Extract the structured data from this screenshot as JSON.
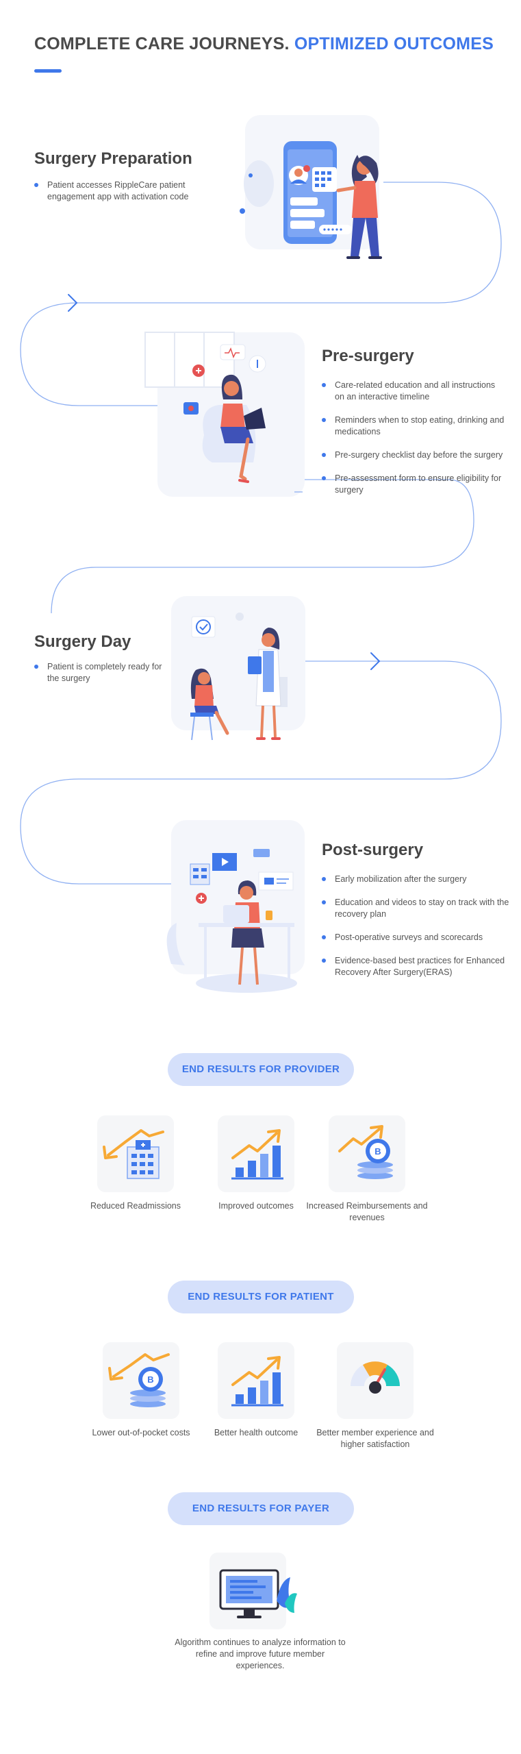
{
  "header": {
    "title_part1": "COMPLETE CARE JOURNEYS.",
    "title_part2": "OPTIMIZED OUTCOMES"
  },
  "colors": {
    "accent": "#3f78ea",
    "path": "#8fb0f2",
    "pill_bg": "#d5e0fb",
    "illustration_bg": "#f4f6fb",
    "orange": "#f7a935",
    "skin": "#e8845f"
  },
  "journey": {
    "surgery_preparation": {
      "title": "Surgery Preparation",
      "bullets": [
        "Patient accesses RippleCare patient engagement app with activation code"
      ]
    },
    "pre_surgery": {
      "title": "Pre-surgery",
      "bullets": [
        "Care-related education and all instructions on an interactive timeline",
        "Reminders when to stop eating, drinking and medications",
        "Pre-surgery checklist day before the surgery",
        "Pre-assessment form to ensure eligibility for surgery"
      ]
    },
    "surgery_day": {
      "title": "Surgery Day",
      "bullets": [
        "Patient is completely ready for the surgery"
      ]
    },
    "post_surgery": {
      "title": "Post-surgery",
      "bullets": [
        "Early mobilization after the surgery",
        "Education and videos to stay on track with the recovery plan",
        "Post-operative surveys and scorecards",
        "Evidence-based best practices for Enhanced Recovery After Surgery(ERAS)"
      ]
    }
  },
  "provider": {
    "heading": "END RESULTS FOR PROVIDER",
    "items": [
      {
        "label": "Reduced Readmissions",
        "icon": "hospital-trend-down-icon"
      },
      {
        "label": "Improved outcomes",
        "icon": "bar-chart-up-icon"
      },
      {
        "label": "Increased Reimbursements and revenues",
        "icon": "coins-trend-up-icon"
      }
    ]
  },
  "patient": {
    "heading": "END RESULTS FOR PATIENT",
    "items": [
      {
        "label": "Lower out-of-pocket costs",
        "icon": "coins-trend-down-icon"
      },
      {
        "label": "Better health outcome",
        "icon": "bar-chart-up-icon"
      },
      {
        "label": "Better member experience and higher satisfaction",
        "icon": "satisfaction-gauge-icon"
      }
    ]
  },
  "payer": {
    "heading": "END RESULTS FOR PAYER",
    "items": [
      {
        "label": "Algorithm continues to analyze information to refine and improve future member experiences.",
        "icon": "monitor-analytics-icon"
      }
    ]
  }
}
